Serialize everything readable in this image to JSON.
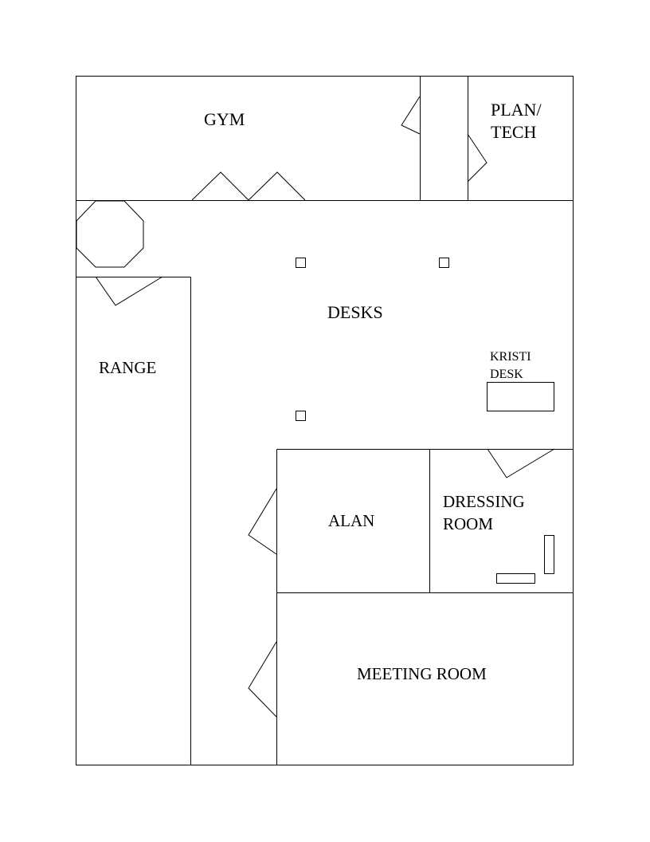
{
  "rooms": {
    "gym": "GYM",
    "plan_tech_line1": "PLAN/",
    "plan_tech_line2": "TECH",
    "desks": "DESKS",
    "kristi_desk_line1": "KRISTI",
    "kristi_desk_line2": "DESK",
    "range": "RANGE",
    "alan": "ALAN",
    "dressing_room_line1": "DRESSING",
    "dressing_room_line2": "ROOM",
    "meeting_room": "MEETING ROOM"
  }
}
